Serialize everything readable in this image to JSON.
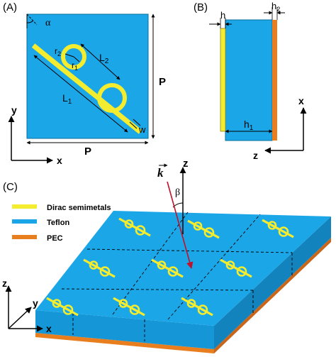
{
  "panel_a": {
    "label": "(A)",
    "alpha": "α",
    "r2": "r2",
    "r1": "r1",
    "L2": "L2",
    "L1": "L1",
    "w": "w",
    "P_right": "P",
    "P_bottom": "P",
    "axis_y": "y",
    "axis_x": "x"
  },
  "panel_b": {
    "label": "(B)",
    "h": "h",
    "h2": "h2",
    "h1": "h1",
    "axis_x": "x",
    "axis_z": "z"
  },
  "panel_c": {
    "label": "(C)",
    "k_vector": "k",
    "axis_z_top": "z",
    "beta": "β",
    "legend": [
      {
        "label": "Dirac semimetals",
        "color": "#f4ec2e"
      },
      {
        "label": "Teflon",
        "color": "#1aa6e6"
      },
      {
        "label": "PEC",
        "color": "#e87e1e"
      }
    ],
    "axis_z": "z",
    "axis_y": "y",
    "axis_x": "x"
  },
  "colors": {
    "teflon": "#1ba6e8",
    "dirac": "#f4ec2e",
    "pec": "#e87e1e",
    "arrow_red": "#c0102a"
  }
}
